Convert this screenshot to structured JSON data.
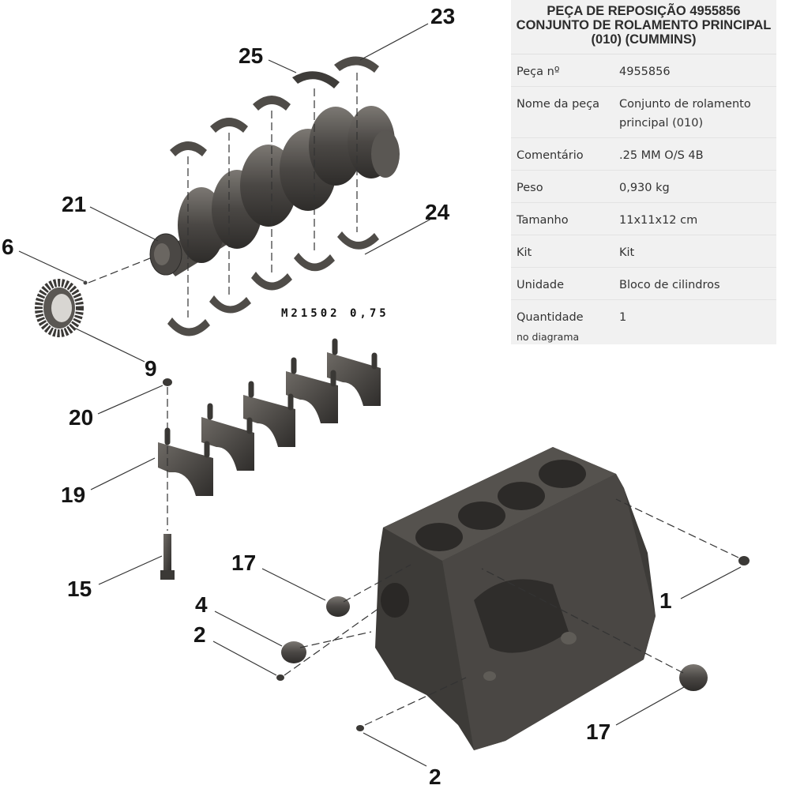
{
  "panel": {
    "title_lines": [
      "PEÇA DE REPOSIÇÃO 4955856",
      "CONJUNTO DE ROLAMENTO PRINCIPAL",
      "(010) (CUMMINS)"
    ],
    "rows": [
      {
        "label": "Peça nº",
        "value": "4955856"
      },
      {
        "label": "Nome da peça",
        "value": "Conjunto de rolamento principal (010)"
      },
      {
        "label": "Comentário",
        "value": ".25 MM O/S 4B"
      },
      {
        "label": "Peso",
        "value": "0,930 kg"
      },
      {
        "label": "Tamanho",
        "value": "11x11x12 cm"
      },
      {
        "label": "Kit",
        "value": "Kit"
      },
      {
        "label": "Unidade",
        "value": "Bloco de cilindros"
      },
      {
        "label": "Quantidade",
        "sublabel": "no diagrama",
        "value": "1"
      }
    ]
  },
  "diagram": {
    "stamp": "M21502 0,75",
    "callouts": {
      "c23": "23",
      "c25": "25",
      "c21": "21",
      "c24": "24",
      "c6": "6",
      "c9": "9",
      "c20": "20",
      "c19": "19",
      "c15": "15",
      "c17a": "17",
      "c4": "4",
      "c2a": "2",
      "c1": "1",
      "c17b": "17",
      "c2b": "2"
    }
  },
  "colors": {
    "part_dark": "#3d3b38",
    "part_mid": "#5a5753",
    "part_light": "#8a8680",
    "panel_bg": "#f1f1f1"
  }
}
